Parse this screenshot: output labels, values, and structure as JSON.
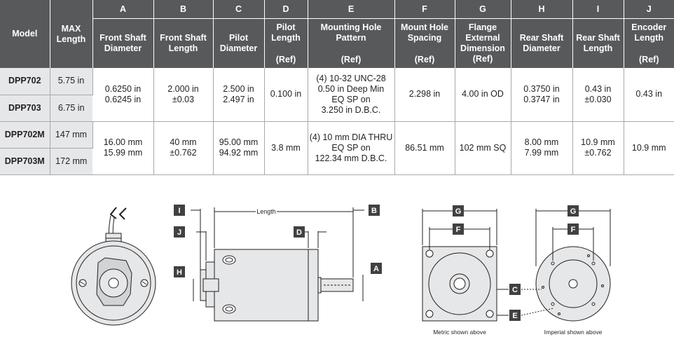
{
  "table": {
    "letters": [
      "A",
      "B",
      "C",
      "D",
      "E",
      "F",
      "G",
      "H",
      "I",
      "J"
    ],
    "model_header": "Model",
    "maxlen_header": [
      "MAX",
      "Length"
    ],
    "columns": [
      {
        "title": [
          "Front Shaft",
          "Diameter"
        ],
        "ref": ""
      },
      {
        "title": [
          "Front Shaft",
          "Length"
        ],
        "ref": ""
      },
      {
        "title": [
          "Pilot",
          "Diameter"
        ],
        "ref": ""
      },
      {
        "title": [
          "Pilot",
          "Length"
        ],
        "ref": "(Ref)"
      },
      {
        "title": [
          "Mounting Hole",
          "Pattern"
        ],
        "ref": "(Ref)"
      },
      {
        "title": [
          "Mount Hole",
          "Spacing"
        ],
        "ref": "(Ref)"
      },
      {
        "title": [
          "Flange",
          "External",
          "Dimension"
        ],
        "ref": "(Ref)"
      },
      {
        "title": [
          "Rear Shaft",
          "Diameter"
        ],
        "ref": ""
      },
      {
        "title": [
          "Rear Shaft",
          "Length"
        ],
        "ref": ""
      },
      {
        "title": [
          "Encoder",
          "Length"
        ],
        "ref": "(Ref)"
      }
    ],
    "groups": [
      {
        "models": [
          {
            "name": "DPP702",
            "len": "5.75 in"
          },
          {
            "name": "DPP703",
            "len": "6.75 in"
          }
        ],
        "values": [
          [
            "0.6250 in",
            "0.6245 in"
          ],
          [
            "2.000 in",
            "±0.03"
          ],
          [
            "2.500 in",
            "2.497 in"
          ],
          [
            "0.100 in"
          ],
          [
            "(4) 10-32 UNC-28",
            "0.50 in Deep Min",
            "EQ SP on",
            "3.250 in D.B.C."
          ],
          [
            "2.298 in"
          ],
          [
            "4.00 in OD"
          ],
          [
            "0.3750 in",
            "0.3747 in"
          ],
          [
            "0.43 in",
            "±0.030"
          ],
          [
            "0.43 in"
          ]
        ]
      },
      {
        "models": [
          {
            "name": "DPP702M",
            "len": "147 mm"
          },
          {
            "name": "DPP703M",
            "len": "172 mm"
          }
        ],
        "values": [
          [
            "16.00 mm",
            "15.99 mm"
          ],
          [
            "40 mm",
            "±0.762"
          ],
          [
            "95.00 mm",
            "94.92 mm"
          ],
          [
            "3.8 mm"
          ],
          [
            "(4) 10 mm DIA THRU",
            "EQ SP on",
            "122.34 mm D.B.C."
          ],
          [
            "86.51 mm"
          ],
          [
            "102 mm SQ"
          ],
          [
            "8.00 mm",
            "7.99 mm"
          ],
          [
            "10.9 mm",
            "±0.762"
          ],
          [
            "10.9 mm"
          ]
        ]
      }
    ]
  },
  "drawing": {
    "length_label": "Length",
    "callouts": {
      "I": "I",
      "J": "J",
      "H": "H",
      "B": "B",
      "D": "D",
      "A": "A",
      "G": "G",
      "F": "F",
      "C": "C",
      "E": "E"
    },
    "caption_metric": "Metric shown above",
    "caption_imperial": "Imperial shown above"
  }
}
